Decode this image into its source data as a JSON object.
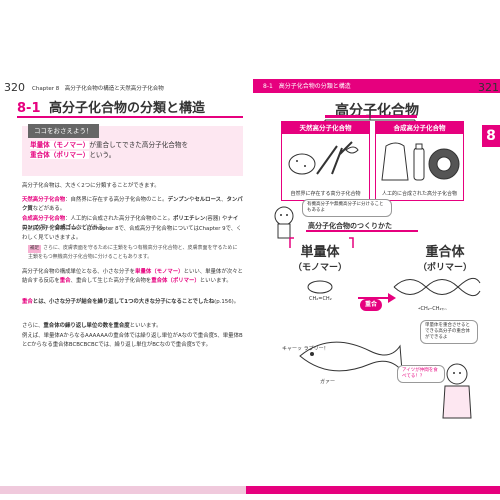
{
  "left": {
    "page_number": "320",
    "chapter_header": "Chapter 8　高分子化合物の構造と天然高分子化合物",
    "section_number": "8-1",
    "section_title": "高分子化合物の分類と構造",
    "koko_label": "ココをおさえよう！",
    "koko_line1_a": "単量体（モノマー）",
    "koko_line1_b": "が重合してできた高分子化合物を",
    "koko_line2_a": "重合体（ポリマー）",
    "koko_line2_b": "という。",
    "p1": "高分子化合物は、大きく2つに分類することができます。",
    "p2_a": "天然高分子化合物",
    "p2_b": "：自然界に存在する高分子化合物のこと。",
    "p2_c": "デンプン",
    "p2_d": "や",
    "p2_e": "セルロース",
    "p2_f": "、",
    "p2_g": "タンパク質",
    "p2_h": "などがある。",
    "p3_a": "合成高分子化合物",
    "p3_b": "：人工的に合成された高分子化合物のこと。",
    "p3_c": "ポリエチレン",
    "p3_d": "(容器) や",
    "p3_e": "ナイロン",
    "p3_f": "(衣服) や",
    "p3_g": "合成ゴム",
    "p3_h": "などがある。",
    "p4": "天然高分子化合物についてはChapter 8で、合成高分子化合物についてはChapter 9で、くわしく見ていきますよ。",
    "cut_tag": "補足",
    "cut_text": "さらに、皮膚表面を守るために主鎖をもつ有機高分子化合物と、皮膚表面を守るために主鎖をもつ無機高分子化合物に分けることもあります。",
    "p5_a": "高分子化合物の構成単位となる、小さな分子を",
    "p5_b": "単量体（モノマー）",
    "p5_c": "といい、単量体が次々と結合する反応を",
    "p5_d": "重合",
    "p5_e": "、重合して生じた高分子化合物を",
    "p5_f": "重合体（ポリマー）",
    "p5_g": "といいます。",
    "p6_a": "重合",
    "p6_b": "とは、小さな分子が結合を繰り返して1つの大きな分子になることでしたね",
    "p6_c": "(p.156)。",
    "p7_a": "さらに、",
    "p7_b": "重合体の繰り返し単位の数を重合度",
    "p7_c": "といいます。",
    "p8": "例えば、単量体AからなるAAAAAAの重合体では繰り返し単位がAなので重合度5、単量体BとCからなる重合体BCBCBCBCでは、繰り返し単位がBCなので重合度5です。"
  },
  "right": {
    "header_text": "8-1　高分子化合物の分類と構造",
    "page_number": "321",
    "chapter_tab": "8",
    "big_title": "高分子化合物",
    "natural_head": "天然高分子化合物",
    "natural_caption": "自然界に存在する高分子化合物",
    "synthetic_head": "合成高分子化合物",
    "synthetic_caption": "人工的に合成された高分子化合物",
    "bubble1": "有機高分子や無機高分子に分けることもあるよ",
    "subtitle2": "高分子化合物のつくりかた",
    "monomer_word": "単量体",
    "monomer_kana": "（モノマー）",
    "polymer_word": "重合体",
    "polymer_kana": "（ポリマー）",
    "polymerize_label": "重合",
    "monomer_formula": "CH₂=CH₂",
    "polymer_formula": "⫞CH₂–CH₂⫟ₙ",
    "speech_kya": "キャーッ ラブリー！",
    "speech_gaa": "ガァー",
    "bubble2": "単量体を重合させるとできる高分子の重合体ができるよ",
    "bubble3": "アイツが仲間を食べてる！？"
  },
  "colors": {
    "accent": "#e6007e",
    "light": "#fde7f1"
  }
}
